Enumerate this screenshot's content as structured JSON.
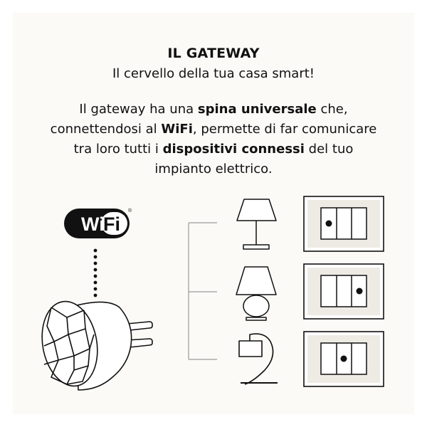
{
  "header": {
    "title": "IL GATEWAY",
    "subtitle": "Il cervello della tua casa smart!"
  },
  "description": {
    "line1": {
      "pre": "Il gateway ha una ",
      "bold": "spina universale",
      "post": " che,"
    },
    "line2": {
      "pre": "connettendosi al ",
      "bold": "WiFi",
      "post": ", permette di far comunicare"
    },
    "line3": {
      "pre": "tra loro tutti i ",
      "bold": "dispositivi connessi",
      "post": " del tuo"
    },
    "line4": {
      "text": "impianto elettrico."
    }
  },
  "wifi_logo": {
    "part1": "Wi",
    "part2": "Fi",
    "mark": "®"
  },
  "icons": [
    "gateway-plug-icon",
    "table-lamp-icon",
    "round-lamp-icon",
    "arc-lamp-icon",
    "wall-switch-icon"
  ],
  "colors": {
    "switch_plate": "#eeebe4",
    "line": "#9a9a9a",
    "ink": "#111111",
    "background": "#fbfaf7"
  }
}
